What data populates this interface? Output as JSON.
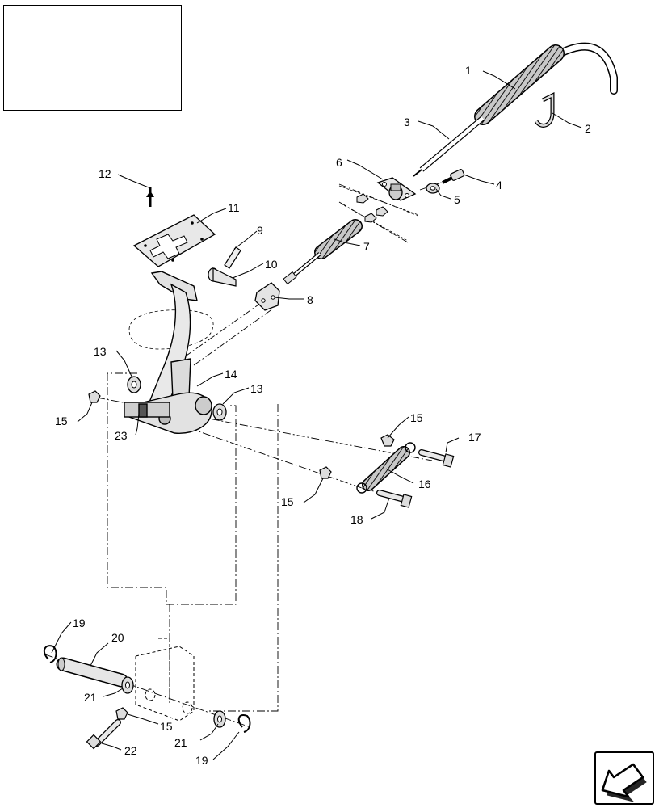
{
  "callouts": [
    "1",
    "2",
    "3",
    "4",
    "5",
    "6",
    "7",
    "8",
    "9",
    "10",
    "11",
    "12",
    "13",
    "13",
    "14",
    "15",
    "15",
    "15",
    "15",
    "16",
    "17",
    "18",
    "19",
    "19",
    "20",
    "21",
    "21",
    "22",
    "23"
  ],
  "nav_icon": "arrow-down-left-icon",
  "colors": {
    "line": "#000000",
    "part_fill": "#d8d8d8",
    "dark_fill": "#555555",
    "background": "#ffffff"
  }
}
